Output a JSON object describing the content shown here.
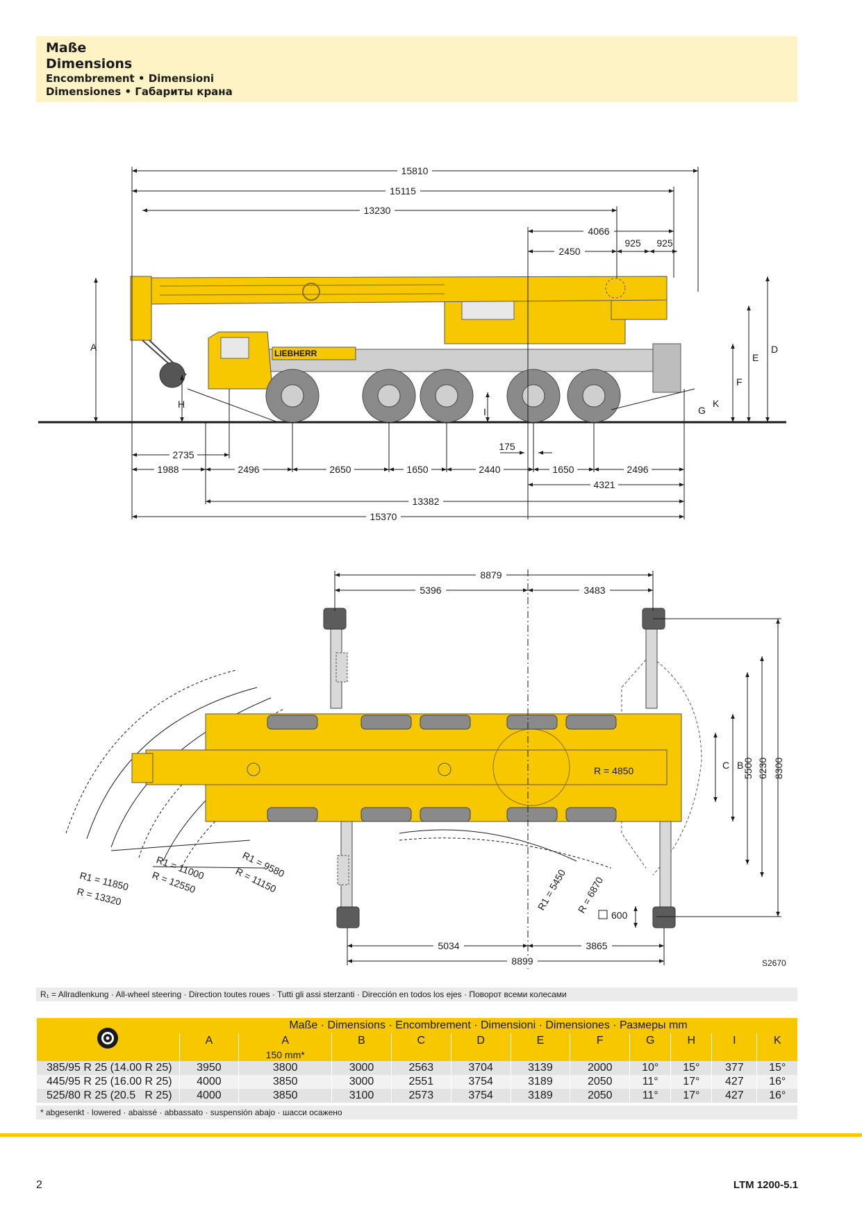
{
  "header": {
    "title_de": "Maße",
    "title_en": "Dimensions",
    "line3": "Encombrement • Dimensioni",
    "line4": "Dimensiones • Габариты крана"
  },
  "side_view_dims": {
    "overall_top": "15810",
    "boom_tip": "15115",
    "boom_rest": "13230",
    "rear_4066": "4066",
    "rear_2450": "2450",
    "rear_925a": "925",
    "rear_925b": "925",
    "front_2735": "2735",
    "axle_1988": "1988",
    "axle_2496a": "2496",
    "axle_2650": "2650",
    "axle_1650a": "1650",
    "axle_2440": "2440",
    "axle_1650b": "1650",
    "axle_2496b": "2496",
    "offset_175": "175",
    "rear_4321": "4321",
    "wheelbase_13382": "13382",
    "overall_15370": "15370",
    "letters": [
      "A",
      "H",
      "I",
      "G",
      "K",
      "F",
      "E",
      "D"
    ]
  },
  "top_view_dims": {
    "span_8879": "8879",
    "front_5396": "5396",
    "rear_3483": "3483",
    "radius_4850": "R = 4850",
    "c_label": "C",
    "b_label": "B",
    "w_5500": "5500",
    "w_6230": "6230",
    "w_8300": "8300",
    "r1_9580": "R1 = 9580",
    "r_11150": "R = 11150",
    "r1_11000": "R1 = 11000",
    "r_12550": "R = 12550",
    "r1_11850": "R1 = 11850",
    "r_13320": "R = 13320",
    "r1_5450": "R1 = 5450",
    "r_6870": "R = 6870",
    "pad_600": "600",
    "bottom_5034": "5034",
    "bottom_3865": "3865",
    "bottom_8899": "8899"
  },
  "drawing_code": "S2670",
  "steering_note": "R₁ =  Allradlenkung · All-wheel steering · Direction toutes roues · Tutti gli assi sterzanti · Dirección en todos los ejes · Поворот всеми колесами",
  "table": {
    "caption": "Maße · Dimensions · Encombrement · Dimensioni · Dimensiones · Размеры mm",
    "tyre_icon": "tyre-icon",
    "headers": [
      "A",
      "A",
      "B",
      "C",
      "D",
      "E",
      "F",
      "G",
      "H",
      "I",
      "K"
    ],
    "subheader_a": "150 mm*",
    "rows": [
      [
        "385/95 R 25 (14.00 R 25)",
        "3950",
        "3800",
        "3000",
        "2563",
        "3704",
        "3139",
        "2000",
        "10°",
        "15°",
        "377",
        "15°"
      ],
      [
        "445/95 R 25 (16.00 R 25)",
        "4000",
        "3850",
        "3000",
        "2551",
        "3754",
        "3189",
        "2050",
        "11°",
        "17°",
        "427",
        "16°"
      ],
      [
        "525/80 R 25 (20.5   R 25)",
        "4000",
        "3850",
        "3100",
        "2573",
        "3754",
        "3189",
        "2050",
        "11°",
        "17°",
        "427",
        "16°"
      ]
    ]
  },
  "footnote": "* abgesenkt · lowered · abaissé · abbassato · suspensión abajo · шасси осажено",
  "page_number": "2",
  "model": "LTM 1200-5.1",
  "colors": {
    "crane_yellow": "#f7c700",
    "header_bg": "#fdf3c4",
    "tyre": "#8a8a8a"
  }
}
